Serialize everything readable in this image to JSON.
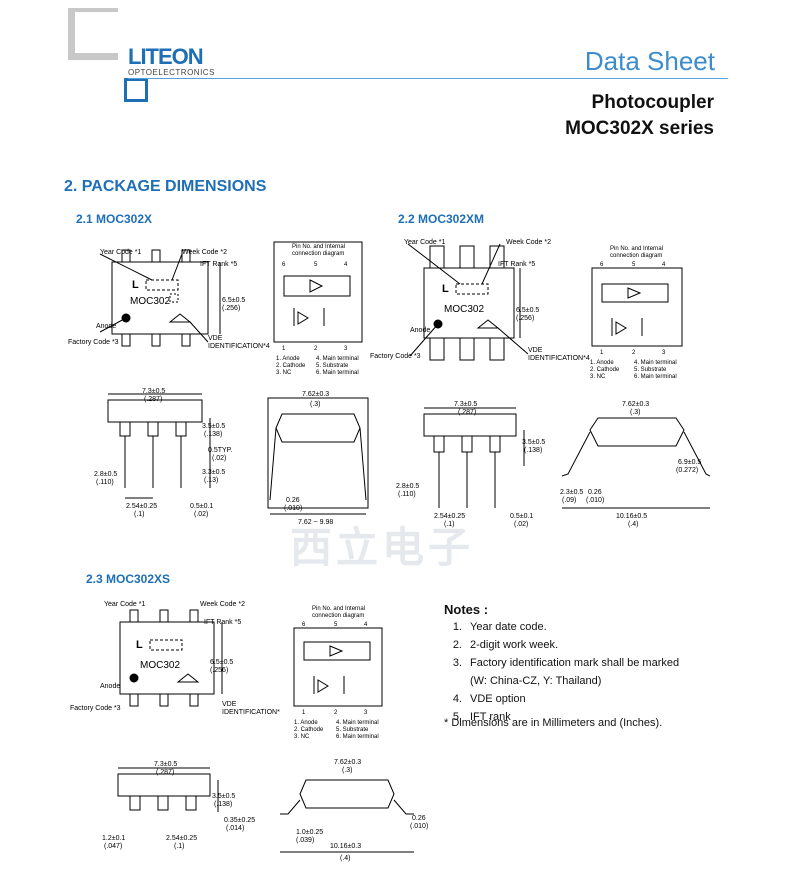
{
  "header": {
    "brand": "LITEON",
    "brand_sub": "OPTOELECTRONICS",
    "doc_type": "Data Sheet",
    "product": "Photocoupler",
    "series": "MOC302X  series"
  },
  "section": {
    "title": "2.   PACKAGE DIMENSIONS",
    "sub1": "2.1    MOC302X",
    "sub2": "2.2    MOC302XM",
    "sub3": "2.3    MOC302XS"
  },
  "drawing_labels": {
    "year_code": "Year Code *1",
    "week_code": "Week Code *2",
    "ift_rank": "IFT Rank *5",
    "part": "MOC302",
    "anode": "Anode",
    "factory_code": "Factory Code *3",
    "vde": "VDE",
    "vde_id": "IDENTIFICATION*4",
    "dim_65": "6.5±0.5",
    "dim_256": "(.256)",
    "dim_73": "7.3±0.5",
    "dim_287": "(.287)",
    "dim_35": "3.5±0.5",
    "dim_138": "(.138)",
    "dim_05typ": "0.5TYP.",
    "dim_02": "(.02)",
    "dim_28": "2.8±0.5",
    "dim_110": "(.110)",
    "dim_33": "3.3±0.5",
    "dim_13": "(.13)",
    "dim_254": "2.54±0.25",
    "dim_1": "(.1)",
    "dim_051": "0.5±0.1",
    "dim_762": "7.62±0.3",
    "dim_3": "(.3)",
    "dim_026": "0.26",
    "dim_010": "(.010)",
    "dim_762_998": "7.62 ~ 9.98",
    "dim_23": "2.3±0.5",
    "dim_09": "(.09)",
    "dim_69": "6.9±0.5",
    "dim_272": "(0.272)",
    "dim_1016": "10.16±0.5",
    "dim_4": "(.4)",
    "dim_12": "1.2±0.1",
    "dim_047": "(.047)",
    "dim_035": "0.35±0.25",
    "dim_014": "(.014)",
    "dim_10": "1.0±0.25",
    "dim_039": "(.039)",
    "dim_1016s": "10.16±0.3",
    "pin_title1": "Pin No. and Internal",
    "pin_title2": "connection diagram",
    "pin_6": "6",
    "pin_5": "5",
    "pin_4": "4",
    "pin_1": "1",
    "pin_2": "2",
    "pin_3": "3",
    "pin_l1": "1. Anode",
    "pin_l2": "2. Cathode",
    "pin_l3": "3. NC",
    "pin_l4": "4. Main terminal",
    "pin_l5": "5. Substrate",
    "pin_l6": "6. Main terminal"
  },
  "notes": {
    "title": "Notes :",
    "n1_num": "1.",
    "n1": "Year date code.",
    "n2_num": "2.",
    "n2": "2-digit work week.",
    "n3_num": "3.",
    "n3": "Factory identification mark shall be marked",
    "n3b": "(W: China-CZ, Y: Thailand)",
    "n4_num": "4.",
    "n4": "VDE option",
    "n5_num": "5.",
    "n5": "IFT rank",
    "dims": "* Dimensions are in Millimeters and (Inches)."
  },
  "watermark": "西立电子"
}
